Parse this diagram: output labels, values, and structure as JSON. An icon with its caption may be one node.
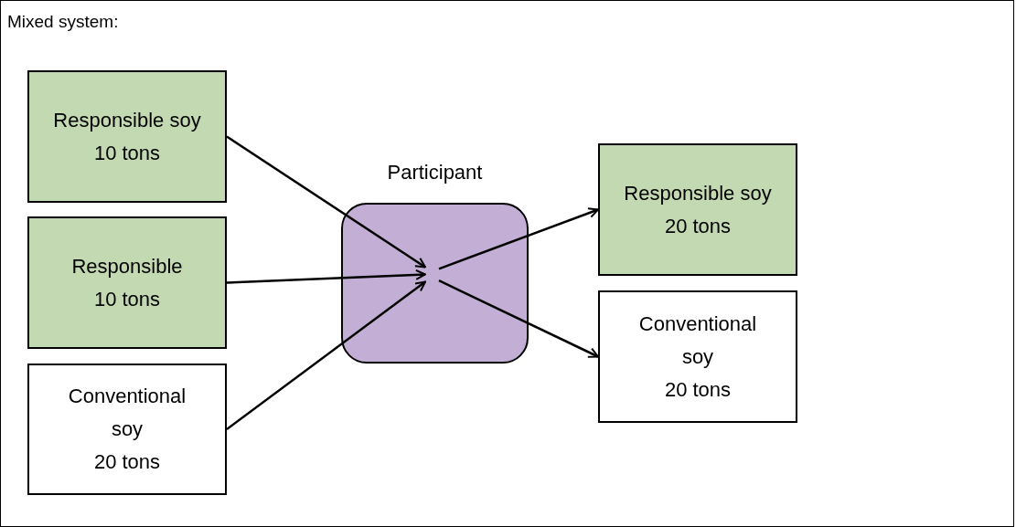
{
  "diagram": {
    "title": "Mixed system:",
    "nodes": [
      {
        "text": [
          "Responsible soy",
          "10 tons"
        ]
      },
      {
        "text": [
          "Responsible",
          "10 tons"
        ]
      },
      {
        "text": [
          "Conventional soy",
          "20 tons"
        ]
      },
      {
        "text": [
          "Participant"
        ]
      },
      {
        "text": [
          "Responsible soy",
          "20 tons"
        ]
      },
      {
        "text": [
          "Conventional soy",
          "20 tons"
        ]
      }
    ],
    "edges": [
      {
        "from": 0,
        "to": 3,
        "arrow": "to"
      },
      {
        "from": 1,
        "to": 3,
        "arrow": "to"
      },
      {
        "from": 2,
        "to": 3,
        "arrow": "to"
      },
      {
        "from": 3,
        "to": 4,
        "arrow": "to"
      },
      {
        "from": 3,
        "to": 5,
        "arrow": "to"
      }
    ]
  }
}
